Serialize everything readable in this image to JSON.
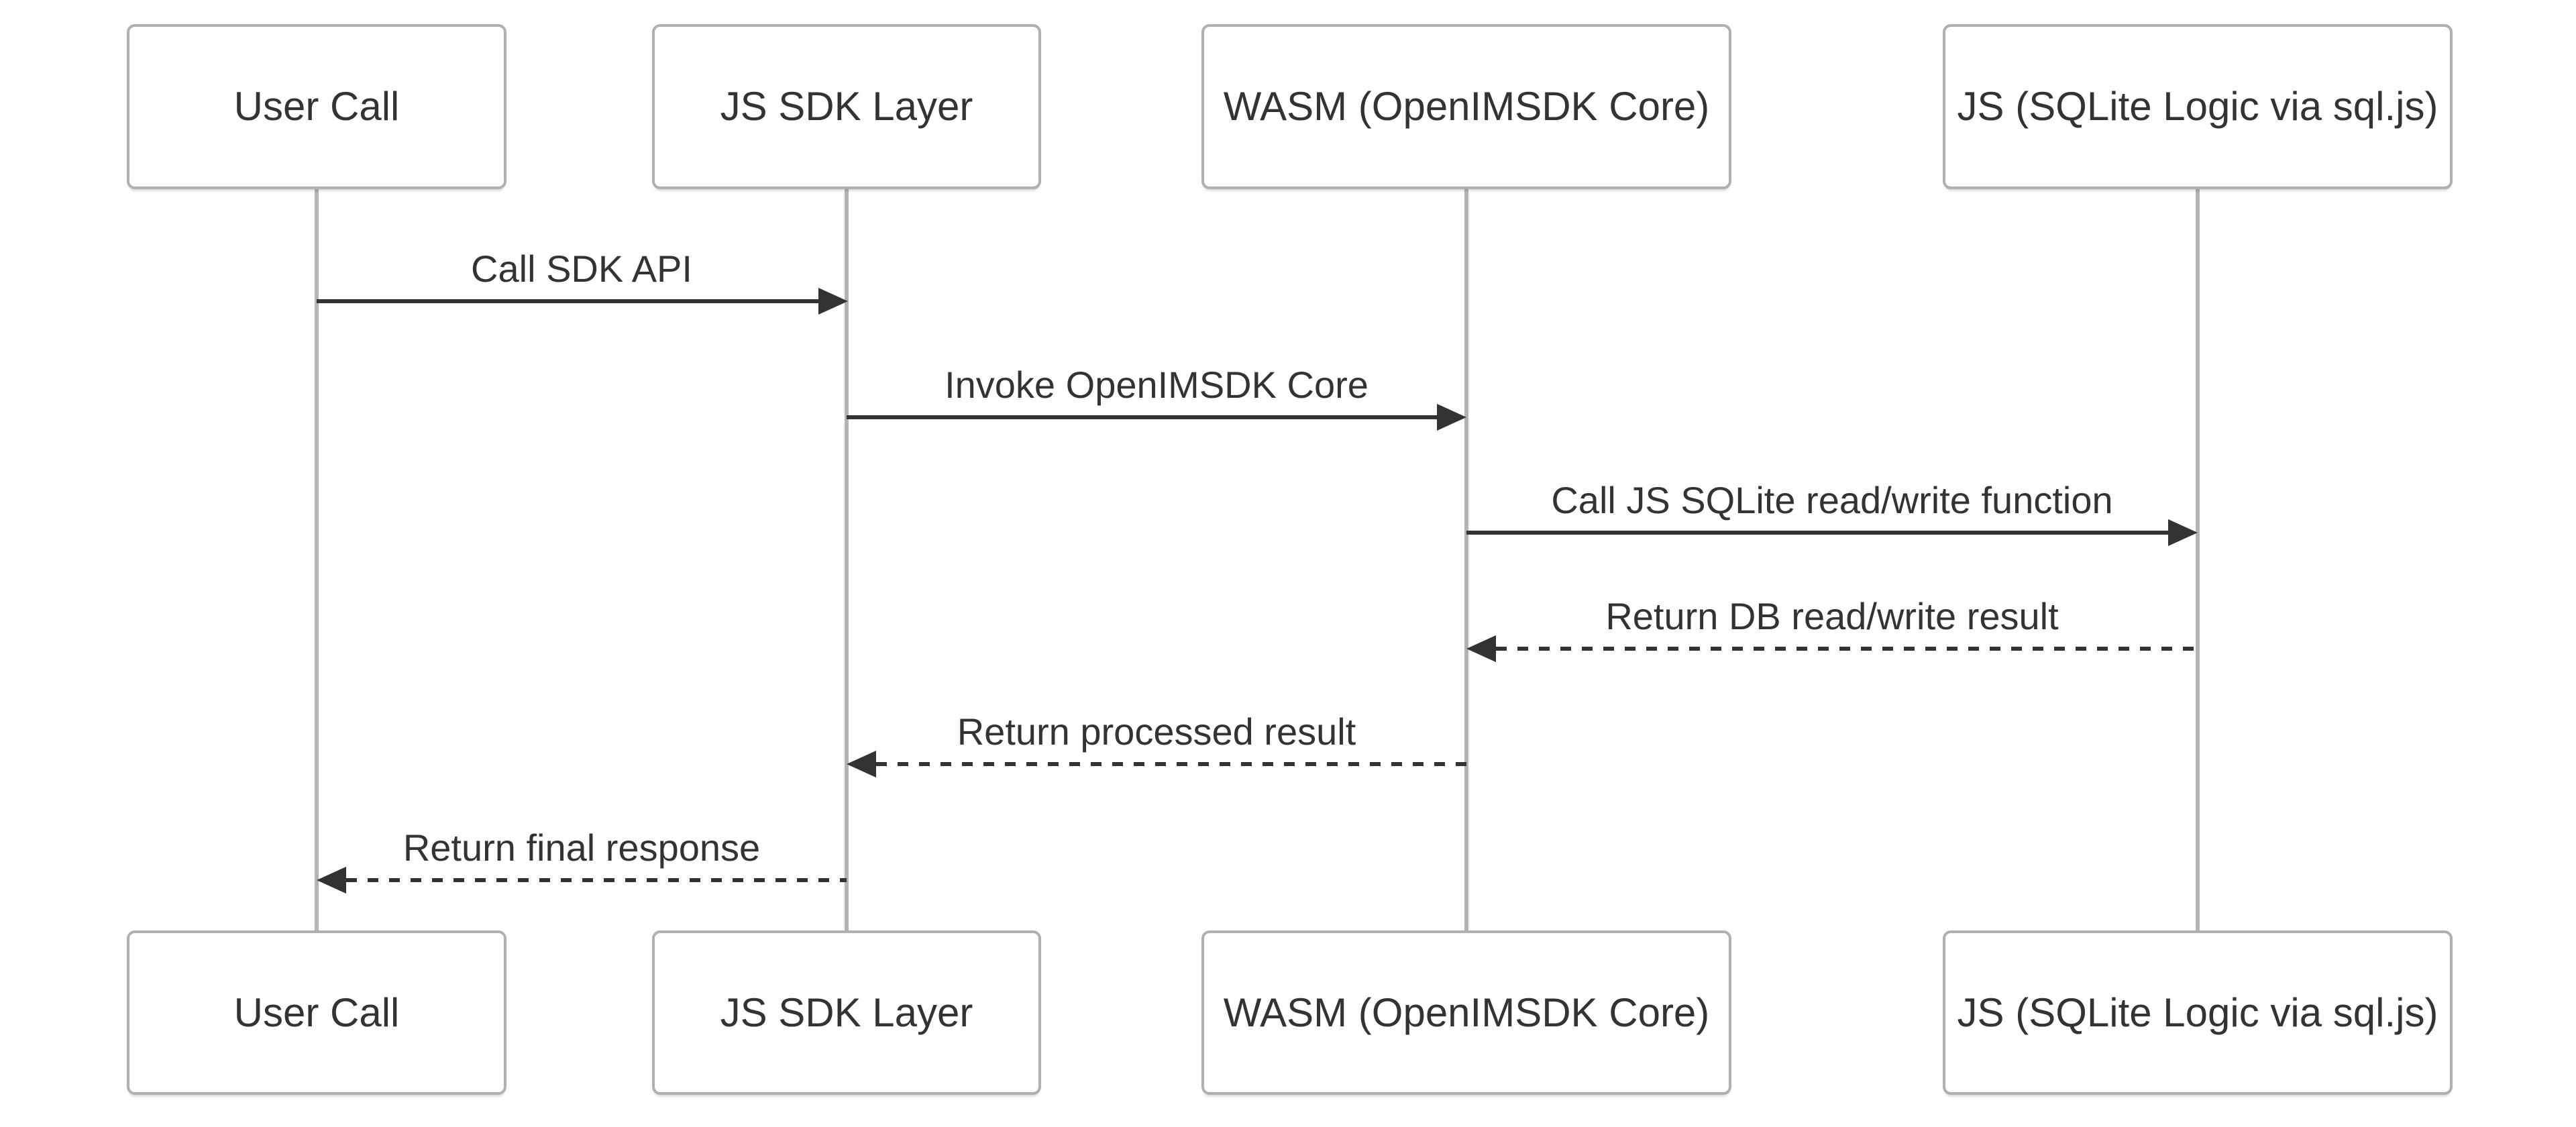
{
  "diagram": {
    "type": "sequence-diagram",
    "actors": [
      {
        "id": "user-call",
        "label": "User Call"
      },
      {
        "id": "js-sdk-layer",
        "label": "JS SDK Layer"
      },
      {
        "id": "wasm-core",
        "label": "WASM (OpenIMSDK Core)"
      },
      {
        "id": "js-sqlite",
        "label": "JS (SQLite Logic via sql.js)"
      }
    ],
    "messages": [
      {
        "from": "User Call",
        "to": "JS SDK Layer",
        "label": "Call SDK API",
        "line": "solid",
        "direction": "right"
      },
      {
        "from": "JS SDK Layer",
        "to": "WASM (OpenIMSDK Core)",
        "label": "Invoke OpenIMSDK Core",
        "line": "solid",
        "direction": "right"
      },
      {
        "from": "WASM (OpenIMSDK Core)",
        "to": "JS (SQLite Logic via sql.js)",
        "label": "Call JS SQLite read/write function",
        "line": "solid",
        "direction": "right"
      },
      {
        "from": "JS (SQLite Logic via sql.js)",
        "to": "WASM (OpenIMSDK Core)",
        "label": "Return DB read/write result",
        "line": "dashed",
        "direction": "left"
      },
      {
        "from": "WASM (OpenIMSDK Core)",
        "to": "JS SDK Layer",
        "label": "Return processed result",
        "line": "dashed",
        "direction": "left"
      },
      {
        "from": "JS SDK Layer",
        "to": "User Call",
        "label": "Return final response",
        "line": "dashed",
        "direction": "left"
      }
    ],
    "colors": {
      "background": "#ffffff",
      "actor_fill": "#ffffff",
      "actor_border": "#b0b0b0",
      "lifeline": "#b3b3b3",
      "text": "#333333",
      "arrow": "#333333"
    }
  }
}
